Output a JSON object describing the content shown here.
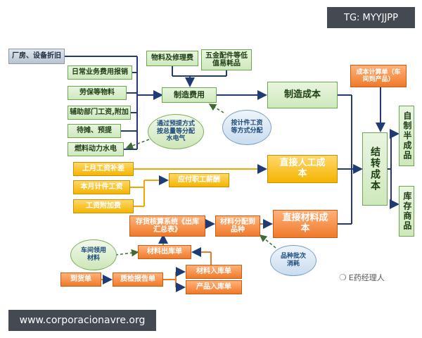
{
  "watermarks": {
    "tag": "TG: MYYJJPP",
    "site": "www.corporacionavre.org",
    "brand": "E药经理人"
  },
  "nodes": {
    "depreciation": "厂房、设备折旧",
    "daily_expense": "日常业务费用报销",
    "labor_protection": "劳保等物料",
    "aux_wages": "辅助部门工资,附加",
    "amortization": "待摊、预提",
    "fuel_power": "燃料动力水电",
    "materials_repair": "物料及修理费",
    "hardware_parts": "五金配件等低值易耗品",
    "mfg_expense": "制造费用",
    "mfg_cost": "制造成本",
    "pre_allocation": "通过预提方式按总量等分配水电气",
    "piece_wage_alloc": "按计件工资等方式分配",
    "cost_calc_sheet": "成本计算单（车间到产品）",
    "last_month_wage": "上月工资补差",
    "this_month_wage": "本月计件工资",
    "wage_surcharge": "工资附加费",
    "payable_wages": "应付职工薪酬",
    "direct_labor": "直接人工成本",
    "transfer_cost": "结转成本",
    "semi_finished": "自制半成品",
    "inventory_goods": "库存商品",
    "inventory_system": "存货核算系统《出库汇总表》",
    "material_alloc": "材料分配到品种",
    "direct_material": "直接材料成本",
    "workshop_material": "车间领用材料",
    "material_out": "材料出库单",
    "batch_consumption": "品种批次消耗",
    "arrival_note": "到货单",
    "qc_report": "质检报告单",
    "material_in": "材料入库单",
    "product_in": "产品入库单"
  }
}
